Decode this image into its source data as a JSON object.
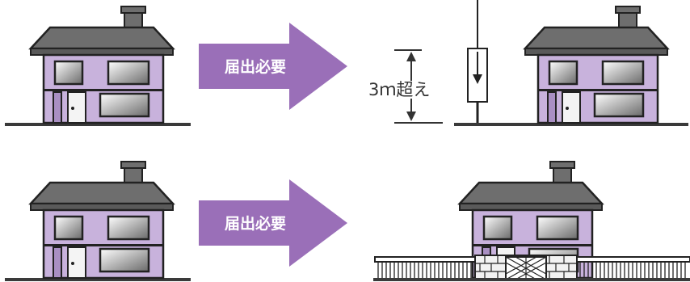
{
  "rows": [
    {
      "arrow_label": "届出必要",
      "dimension_label": "3ｍ超え"
    },
    {
      "arrow_label": "届出必要"
    }
  ],
  "colors": {
    "arrow": "#9a6fb8",
    "roof": "#6e6e6e",
    "wall": "#c8b2dc",
    "wall_shadow": "#a98fc3",
    "ground": "#3a3a3a",
    "window": "#d8d8d8"
  },
  "icons": [
    "house-icon",
    "right-arrow-icon",
    "pole-icon",
    "dimension-arrow-icon",
    "fence-icon",
    "gate-icon"
  ]
}
